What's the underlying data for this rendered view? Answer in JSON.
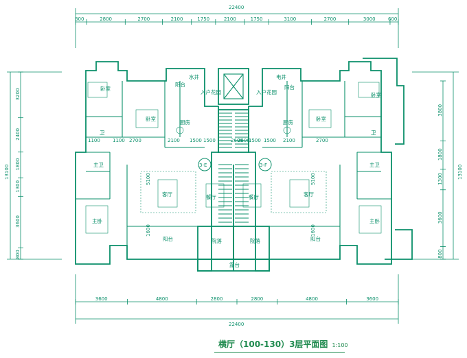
{
  "drawing": {
    "title": "横厅（100-130）3层平面图",
    "scale": "1:100",
    "total_width": "22400",
    "total_depth": "13100",
    "line_color": "#0a8f6a",
    "top_dims": [
      "800",
      "2800",
      "2700",
      "2100",
      "1750",
      "2100",
      "1750",
      "3100",
      "2700",
      "3000",
      "600"
    ],
    "bottom_dims": [
      "3600",
      "4800",
      "2800",
      "2800",
      "4800",
      "3600"
    ],
    "left_dims": [
      "3200",
      "2400",
      "1800",
      "1300",
      "3600",
      "800"
    ],
    "right_dims": [
      "3800",
      "1800",
      "1300",
      "3600",
      "800"
    ],
    "inner_dims": [
      "2700",
      "2100",
      "1500",
      "1500",
      "2100",
      "2700",
      "1100",
      "1100",
      "5100",
      "5100",
      "1600",
      "1600",
      "1500",
      "1500",
      "2600",
      "2600"
    ],
    "unit_tags": [
      "3-E",
      "3-F"
    ],
    "rooms": {
      "bedroom": "卧室",
      "master_bedroom": "主卧",
      "master_bath": "主卫",
      "bath": "卫",
      "kitchen": "厨房",
      "living": "客厅",
      "dining": "餐厅",
      "balcony": "阳台",
      "courtyard": "院落",
      "terrace": "露台",
      "entry_garden": "入户花园",
      "water_well": "水井",
      "elec_well": "电井"
    }
  }
}
